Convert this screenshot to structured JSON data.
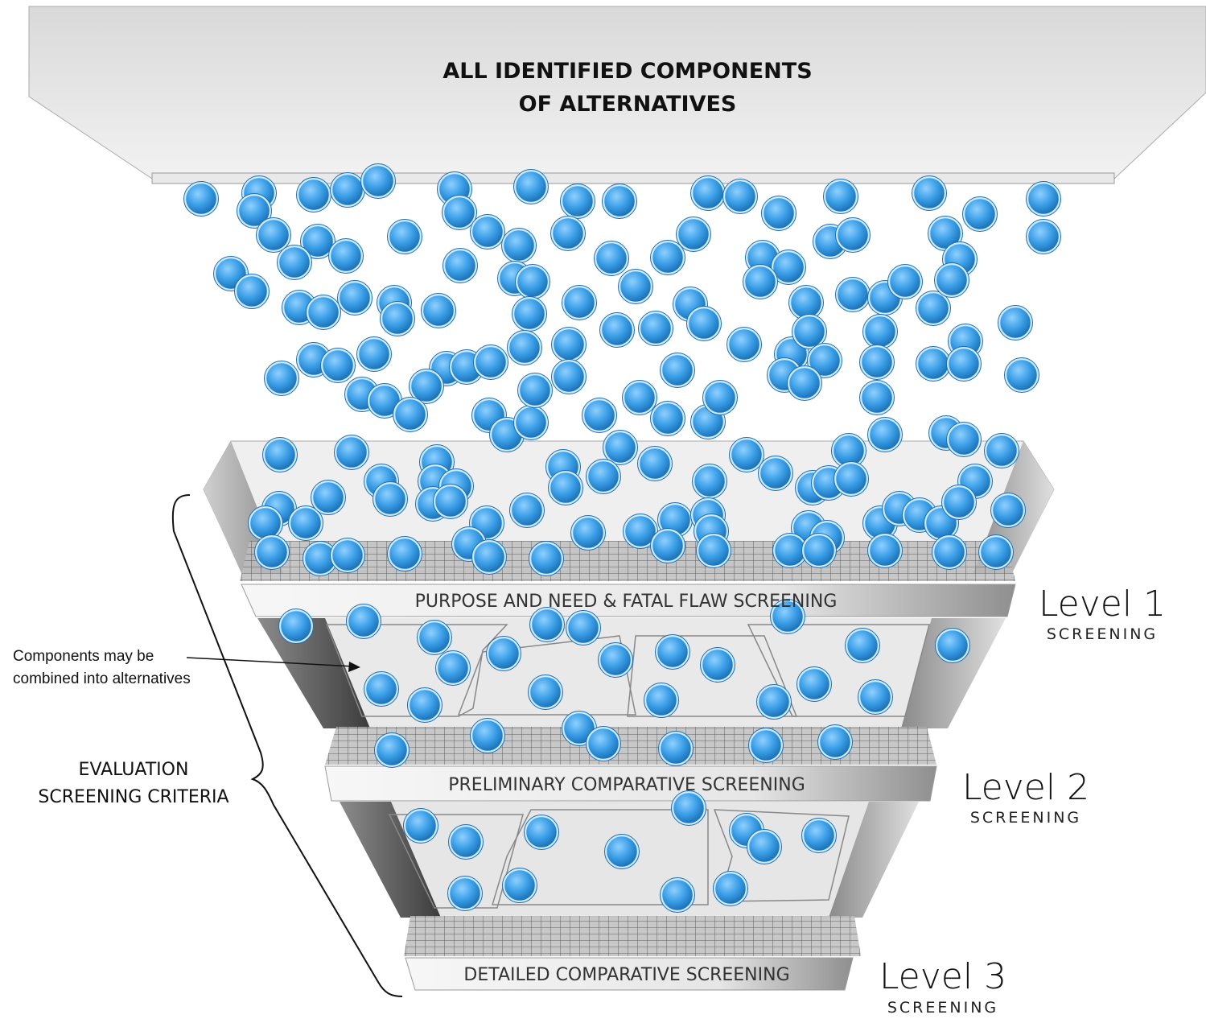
{
  "header": {
    "line1": "ALL IDENTIFIED COMPONENTS",
    "line2": "OF ALTERNATIVES"
  },
  "stages": [
    {
      "band_label": "PURPOSE AND NEED & FATAL FLAW SCREENING",
      "level": "Level 1",
      "sub": "SCREENING"
    },
    {
      "band_label": "PRELIMINARY COMPARATIVE SCREENING",
      "level": "Level 2",
      "sub": "SCREENING"
    },
    {
      "band_label": "DETAILED COMPARATIVE SCREENING",
      "level": "Level 3",
      "sub": "SCREENING"
    }
  ],
  "annotation": {
    "line1": "Components may be",
    "line2": "combined into alternatives"
  },
  "criteria": {
    "line1": "EVALUATION",
    "line2": "SCREENING CRITERIA"
  },
  "colors": {
    "ball": "#3a9ee6",
    "ball_dark": "#1a6fb5",
    "ball_light": "#cdeafe",
    "funnel_light": "#e8e8e8",
    "funnel_dark": "#7a7a7a",
    "mesh": "#555555"
  }
}
